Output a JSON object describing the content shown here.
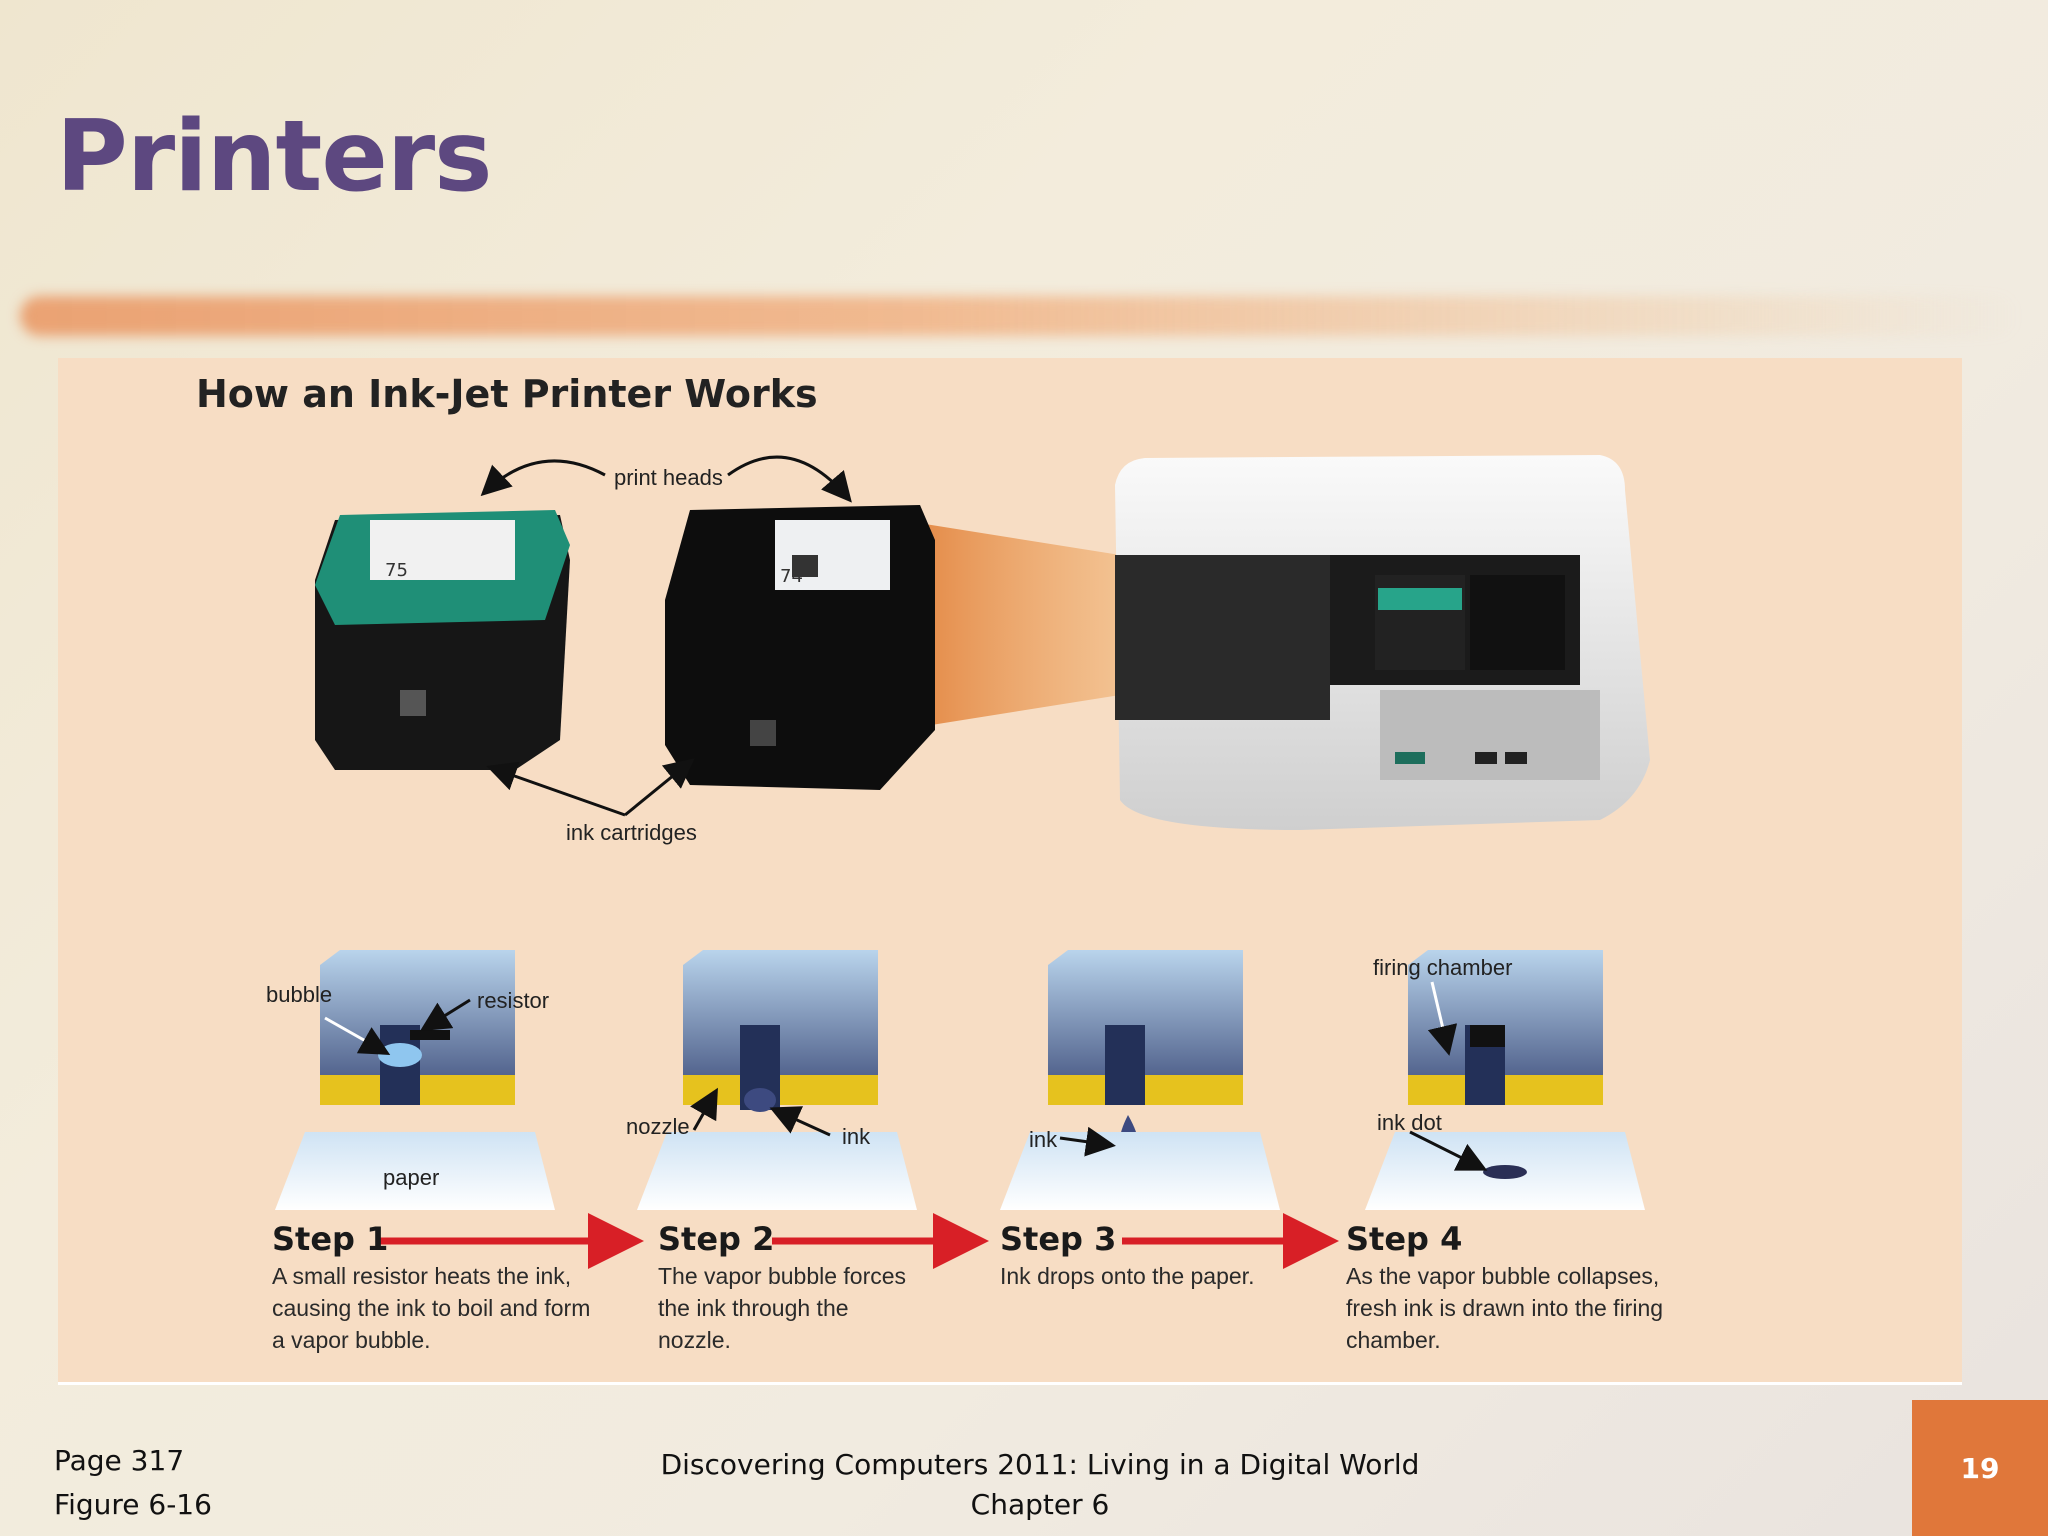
{
  "slide": {
    "title": "Printers"
  },
  "figure": {
    "title": "How an Ink-Jet Printer Works",
    "labels": {
      "print_heads": "print heads",
      "ink_cartridges": "ink cartridges",
      "bubble": "bubble",
      "resistor": "resistor",
      "paper": "paper",
      "nozzle": "nozzle",
      "ink_step2": "ink",
      "ink_step3": "ink",
      "firing_chamber": "firing chamber",
      "ink_dot": "ink dot"
    },
    "steps": [
      {
        "title": "Step 1",
        "desc": "A small resistor heats the ink, causing the ink to boil and form a vapor bubble."
      },
      {
        "title": "Step 2",
        "desc": "The vapor bubble forces the ink through the nozzle."
      },
      {
        "title": "Step 3",
        "desc": "Ink drops onto the paper."
      },
      {
        "title": "Step 4",
        "desc": "As the vapor bubble collapses, fresh ink is drawn into the firing chamber."
      }
    ],
    "cartridge_labels": [
      "75",
      "74"
    ]
  },
  "footer": {
    "page_ref": "Page 317",
    "figure_ref": "Figure 6-16",
    "book_title": "Discovering Computers 2011: Living in a Digital World",
    "chapter": "Chapter 6",
    "slide_number": "19"
  },
  "colors": {
    "title": "#5d4880",
    "accent": "#e0773a",
    "panel": "#f7ddc4",
    "arrow": "#d81f26"
  }
}
